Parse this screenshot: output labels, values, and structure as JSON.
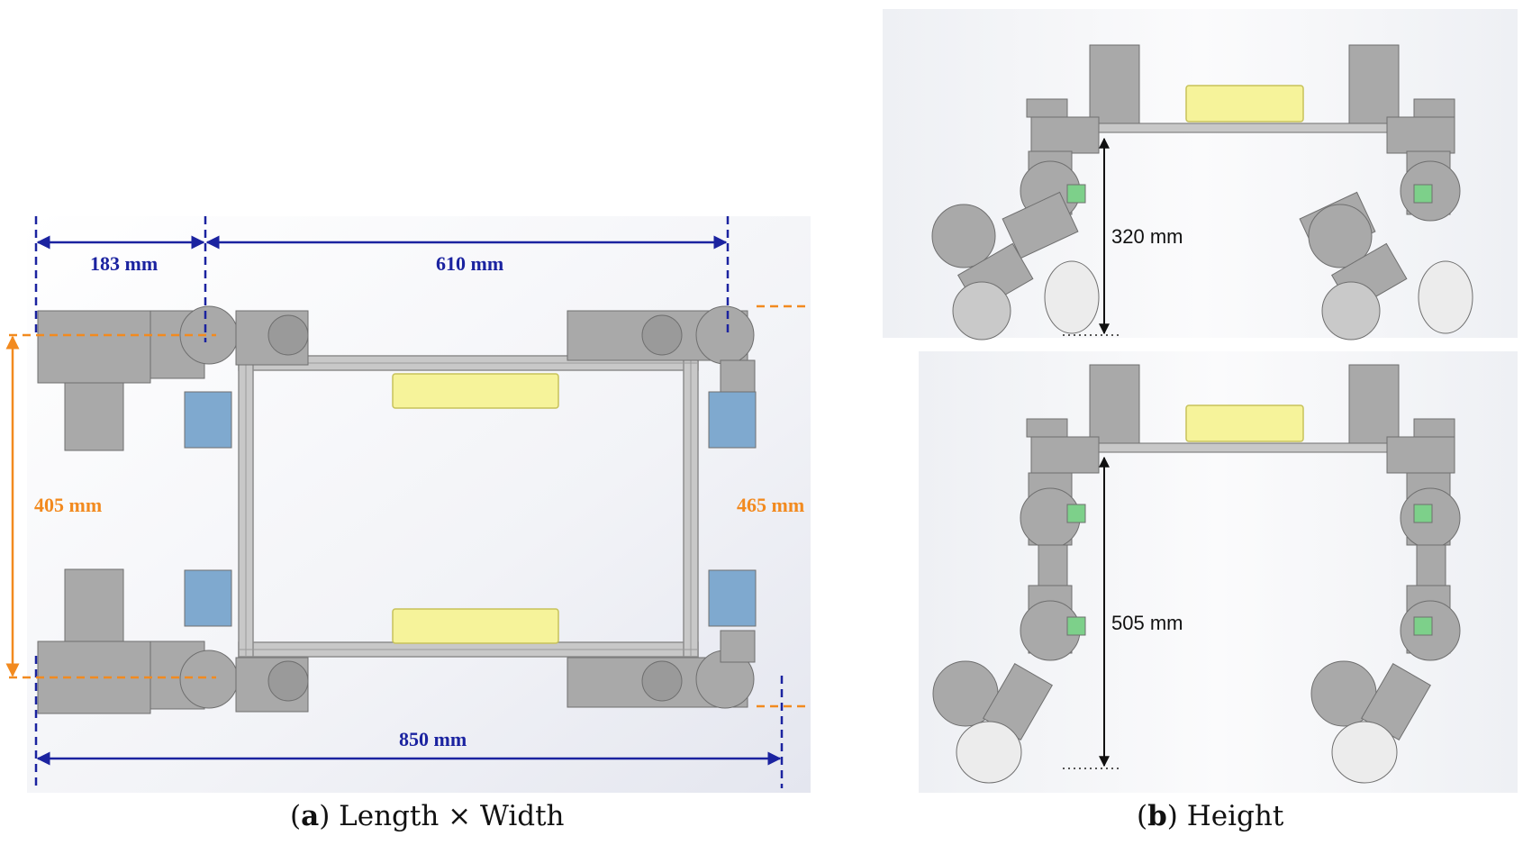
{
  "panel_a": {
    "caption_letter": "a",
    "caption_text": "Length × Width",
    "dim_183": "183 mm",
    "dim_610": "610 mm",
    "dim_850": "850 mm",
    "dim_405": "405 mm",
    "dim_465": "465 mm"
  },
  "panel_b": {
    "caption_letter": "b",
    "caption_text": "Height",
    "height_top": "320 mm",
    "height_bottom": "505 mm"
  },
  "colors": {
    "dimension_blue": "#1b23a0",
    "dimension_orange": "#f28a1f",
    "battery_yellow": "#f6f39a",
    "robot_gray": "#a9a9a9"
  }
}
